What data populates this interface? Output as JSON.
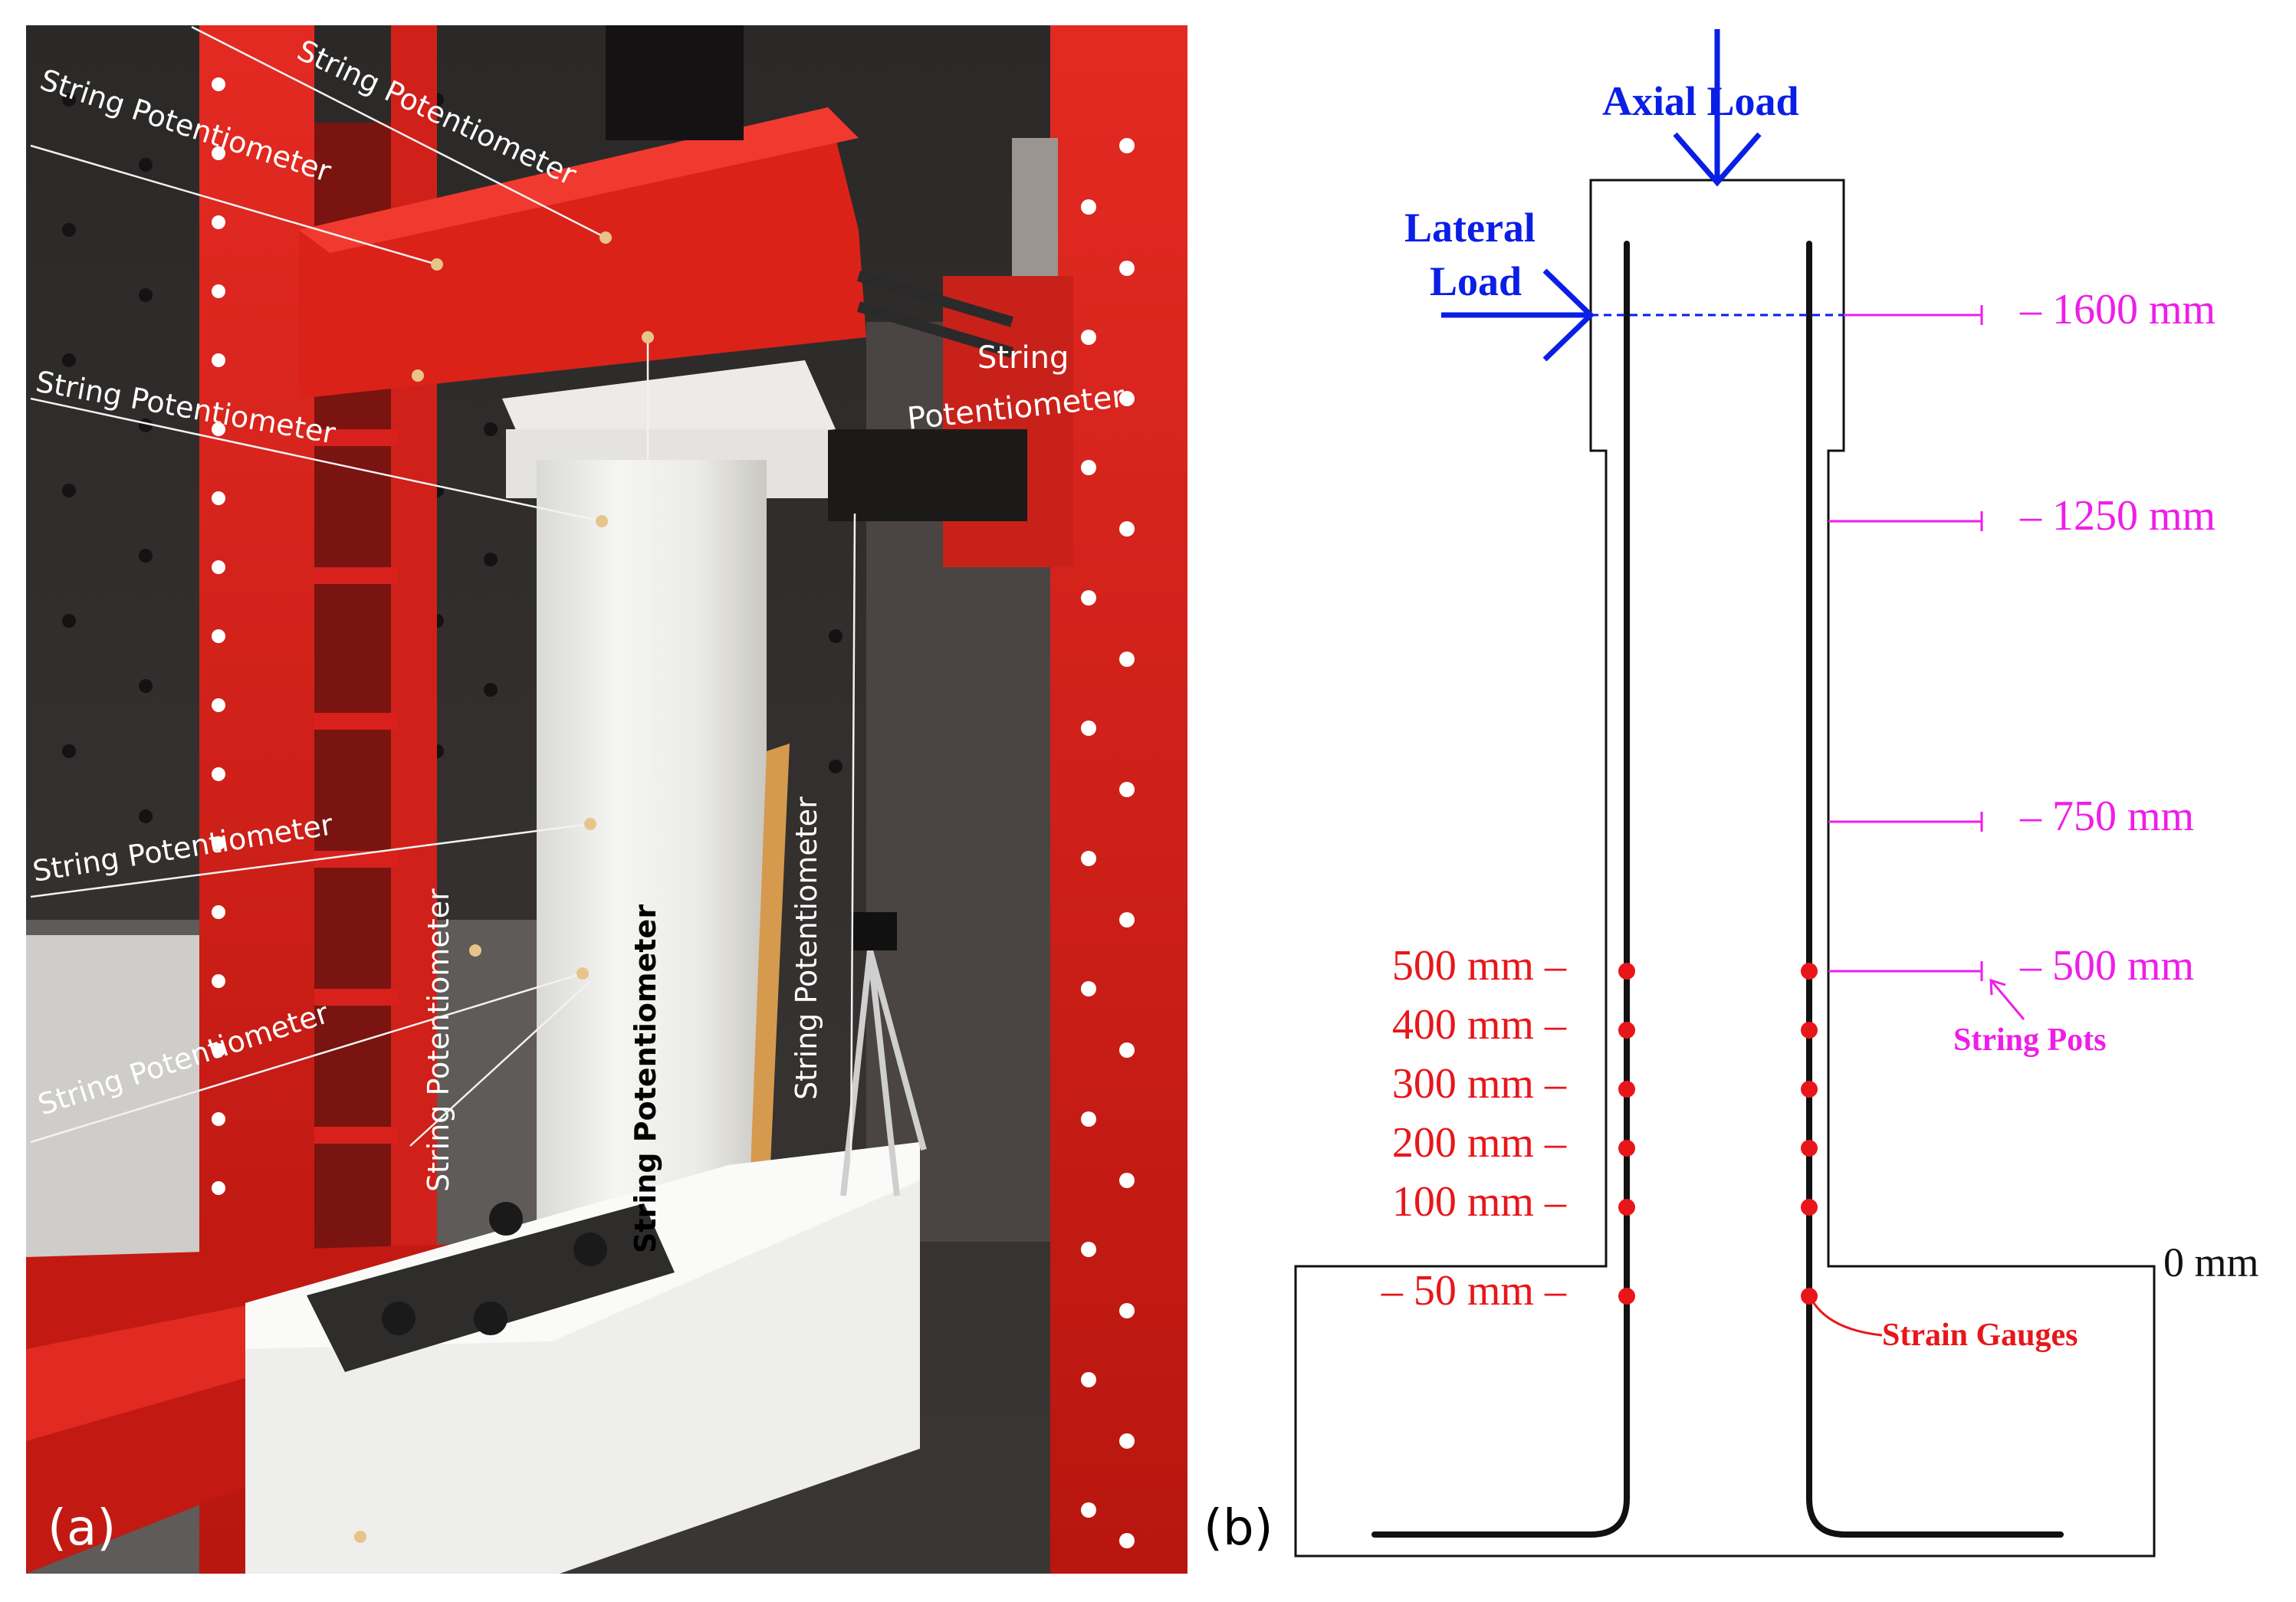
{
  "panel_a": {
    "label": "(a)",
    "labels": [
      "String Potentiometer",
      "String Potentiometer",
      "String Potentiometer",
      "String Potentiometer",
      "String Potentiometer",
      "String Potentiometer",
      "String Potentiometer",
      "String Potentiometer",
      "String",
      "Potentiometer"
    ]
  },
  "panel_b": {
    "label": "(b)",
    "axial_load": "Axial Load",
    "lateral_load_line1": "Lateral",
    "lateral_load_line2": "Load",
    "base_level": "0 mm",
    "string_pot_levels": [
      "– 1600 mm",
      "– 1250 mm",
      "– 750 mm",
      "– 500 mm"
    ],
    "string_pots_label": "String Pots",
    "strain_gauge_levels": [
      "500 mm –",
      "400 mm –",
      "300 mm –",
      "200 mm –",
      "100 mm –",
      "– 50 mm –"
    ],
    "strain_gauges_label": "Strain Gauges"
  },
  "colors": {
    "frame_red": "#d8211c",
    "load_blue": "#0a1ee6",
    "pot_magenta": "#ee1ee8",
    "gauge_red": "#e8161a",
    "line_black": "#111111"
  }
}
